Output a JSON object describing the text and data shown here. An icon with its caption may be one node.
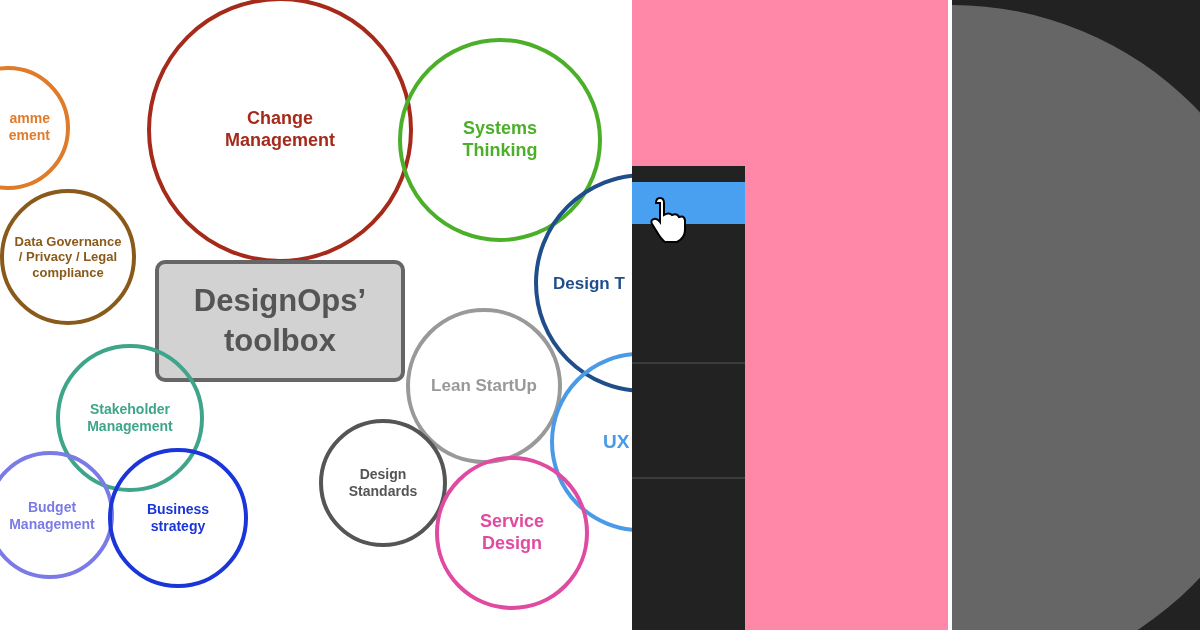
{
  "diagram": {
    "nodes": [
      {
        "text": [
          "amme ement"
        ]
      },
      {
        "text": [
          "Data Governance / Privacy / Legal compliance"
        ]
      },
      {
        "text": [
          "Change Management"
        ]
      },
      {
        "text": [
          "Systems Thinking"
        ]
      },
      {
        "text": [
          "DesignOps’ toolbox"
        ]
      },
      {
        "text": [
          "Design T"
        ]
      },
      {
        "text": [
          "Lean StartUp"
        ]
      },
      {
        "text": [
          "UX"
        ]
      },
      {
        "text": [
          "Stakeholder Management"
        ]
      },
      {
        "text": [
          "Budget Management"
        ]
      },
      {
        "text": [
          "Business strategy"
        ]
      },
      {
        "text": [
          "Design Standards"
        ]
      },
      {
        "text": [
          "Service Design"
        ]
      }
    ]
  }
}
